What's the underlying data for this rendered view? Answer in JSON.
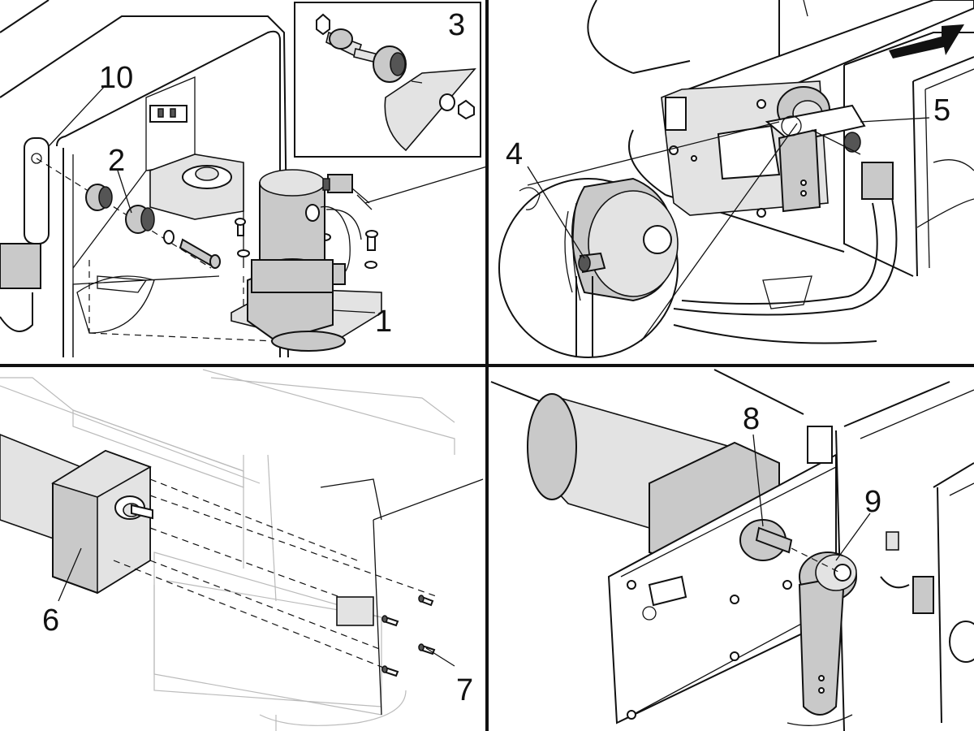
{
  "diagram": {
    "panels": [
      {
        "id": "top-left",
        "callouts": [
          "1",
          "2",
          "3",
          "10"
        ]
      },
      {
        "id": "top-right",
        "callouts": [
          "4",
          "5"
        ]
      },
      {
        "id": "bottom-left",
        "callouts": [
          "6",
          "7"
        ]
      },
      {
        "id": "bottom-right",
        "callouts": [
          "8",
          "9"
        ]
      }
    ],
    "callouts": {
      "c1": "1",
      "c2": "2",
      "c3": "3",
      "c4": "4",
      "c5": "5",
      "c6": "6",
      "c7": "7",
      "c8": "8",
      "c9": "9",
      "c10": "10"
    },
    "colors": {
      "line": "#111111",
      "part_fill": "#c9c9c9",
      "light_fill": "#e3e3e3",
      "background": "#ffffff"
    },
    "icons": [
      "direction-arrow-icon",
      "magnifier-detail-circle"
    ]
  }
}
